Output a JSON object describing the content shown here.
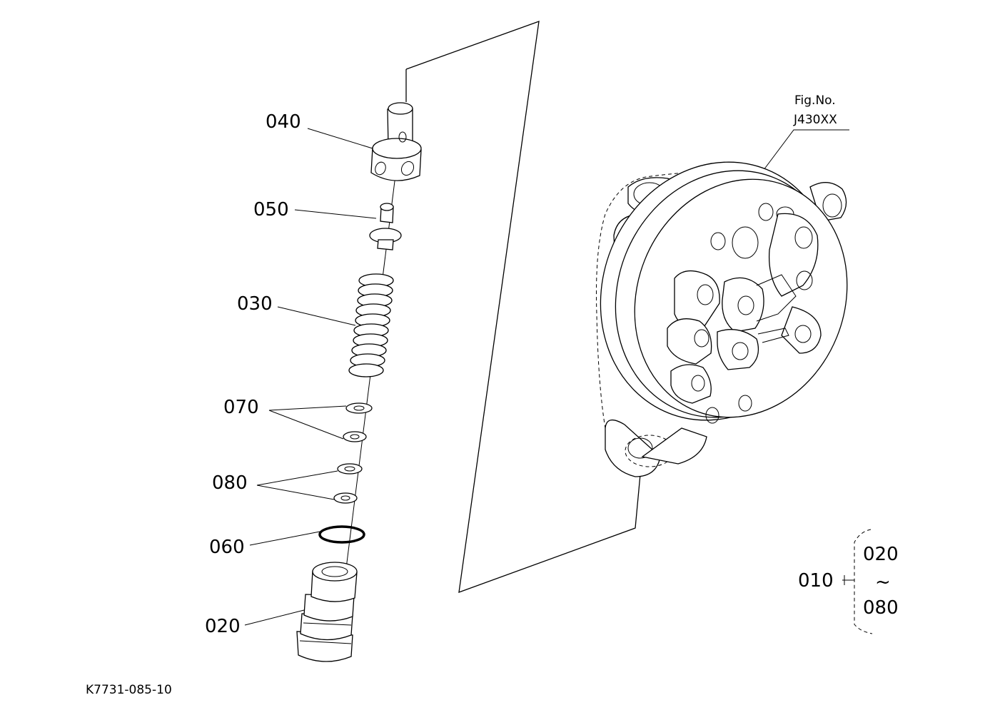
{
  "diagram": {
    "callouts": [
      "040",
      "050",
      "030",
      "070",
      "080",
      "060",
      "020"
    ],
    "fig_ref": {
      "label": "Fig.No.",
      "number": "J430XX"
    },
    "assembly": {
      "parent": "010",
      "range_start": "020",
      "range_sep": "~",
      "range_end": "080"
    },
    "drawing_code": "K7731-085-10"
  }
}
